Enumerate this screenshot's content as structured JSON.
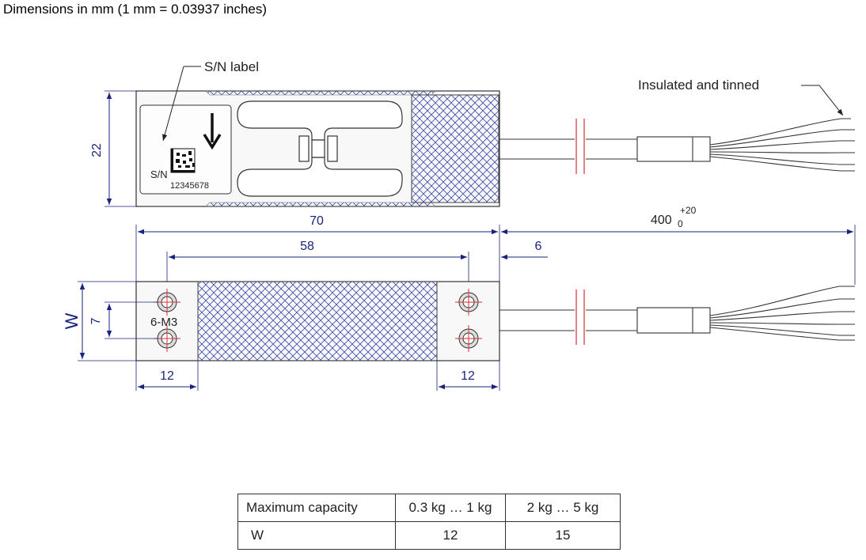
{
  "header": {
    "title": "Dimensions in mm (1 mm = 0.03937 inches)"
  },
  "labels": {
    "sn_label": "S/N label",
    "insulated": "Insulated and tinned",
    "sn_prefix": "S/N",
    "serial": "12345678",
    "thread": "6-M3",
    "w_letter": "W"
  },
  "dimensions": {
    "height": "22",
    "length": "70",
    "hole_spacing": "58",
    "offset": "6",
    "cable_length": "400",
    "cable_tol_upper": "+20",
    "cable_tol_lower": "0",
    "hole_pitch": "7",
    "left_pad": "12",
    "right_pad": "12"
  },
  "table": {
    "header": [
      "Maximum capacity",
      "0.3 kg … 1 kg",
      "2 kg … 5 kg"
    ],
    "row": [
      "W",
      "12",
      "15"
    ]
  },
  "colors": {
    "dimension": "#1a237e",
    "centerline": "#d32f2f",
    "outline": "#333333"
  }
}
